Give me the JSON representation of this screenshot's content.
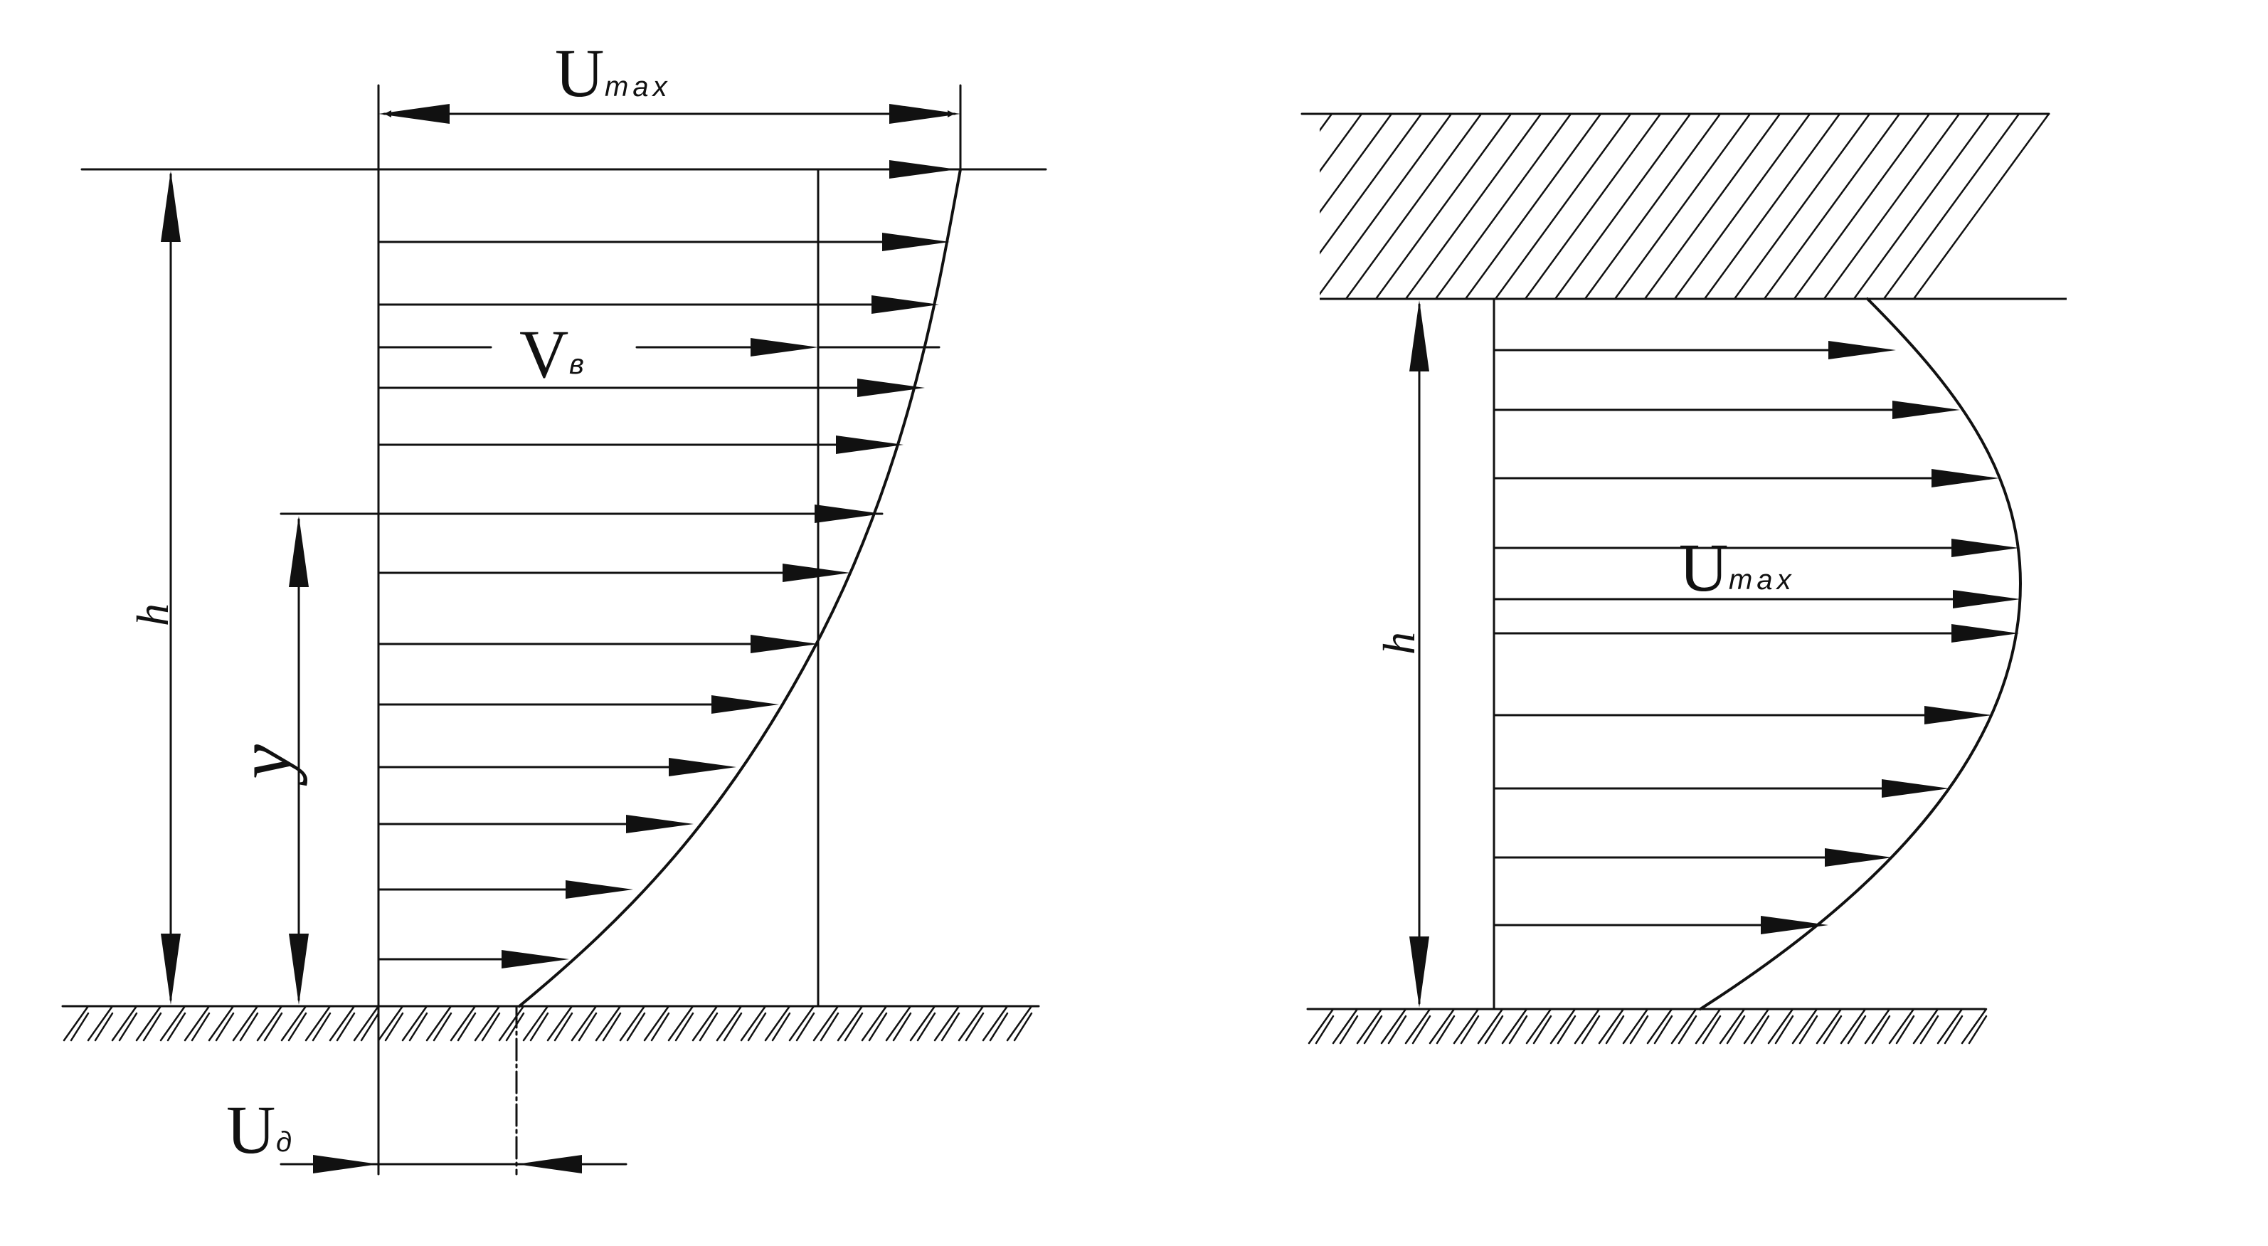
{
  "left_diagram": {
    "top_dimension": {
      "main": "U",
      "sub": "max"
    },
    "mean_velocity": {
      "main": "V",
      "sub": "в"
    },
    "depth": "h",
    "height_coordinate": "y",
    "bottom_velocity": {
      "main": "U",
      "sub": "д"
    }
  },
  "right_diagram": {
    "max_velocity": {
      "main": "U",
      "sub": "max"
    },
    "depth": "h"
  },
  "colors": {
    "ink": "#111111",
    "paper": "#ffffff"
  }
}
